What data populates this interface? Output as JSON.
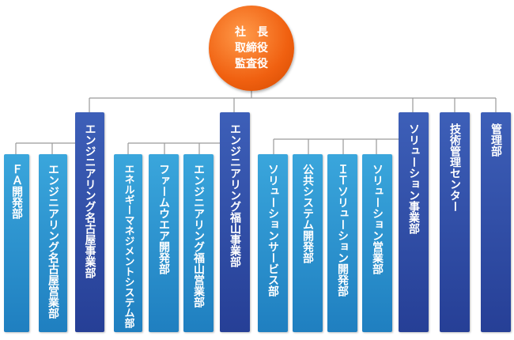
{
  "ceo": {
    "line1": "社　長",
    "line2": "取締役",
    "line3": "監査役"
  },
  "departments": [
    "ＦＡ開発部",
    "エンジニアリング名古屋営業部",
    "エンジニアリング名古屋事業部",
    "エネルギーマネジメントシステム部",
    "ファームウエア開発部",
    "エンジニアリング福山営業部",
    "エンジニアリング福山事業部",
    "ソリューションサービス部",
    "公共システム開発部",
    "ＩＴソリューション開発部",
    "ソリューション営業部",
    "ソリューション事業部",
    "技術管理センター",
    "管理部"
  ],
  "colors": {
    "ceo": "#f06010",
    "light_box": "#2a90cc",
    "dark_box": "#2f4ea6",
    "connector": "#9a9a9a"
  }
}
